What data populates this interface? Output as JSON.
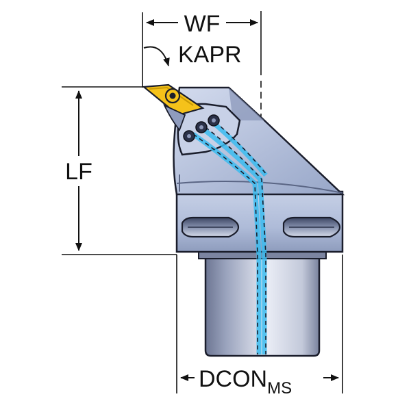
{
  "dimensions": {
    "wf": "WF",
    "kapr": "KAPR",
    "lf": "LF",
    "dcon_main": "DCON",
    "dcon_sub": "MS"
  },
  "colors": {
    "body_light": "#b9c5de",
    "body_mid": "#9aa9c9",
    "body_dark": "#56627f",
    "shank_light": "#e3e7f2",
    "shank_dark": "#7c85a0",
    "insert_yellow": "#f5c21a",
    "coolant_blue": "#3bbcf0",
    "line": "#111111"
  },
  "icons": {
    "insert": "cutting-insert-icon",
    "coolant": "coolant-channel-icon",
    "screw": "screw-icon"
  }
}
